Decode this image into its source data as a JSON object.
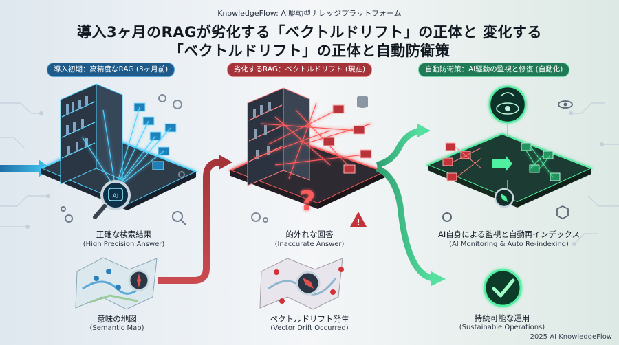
{
  "header": {
    "brand": "KnowledgeFlow: AI駆動型ナレッジプラットフォーム",
    "title_line1": "導入3ヶ月のRAGが劣化する「ベクトルドリフト」の正体と 変化する",
    "title_line2": "「ベクトルドリフト」の正体と自動防衛策"
  },
  "phases": [
    {
      "badge": "導入初期：高精度なRAG (3ヶ月前)",
      "upper_caption": "正確な検索結果",
      "upper_caption_sub": "(High Precision Answer)",
      "lower_caption": "意味の地図",
      "lower_caption_sub": "(Semantic Map)"
    },
    {
      "badge": "劣化するRAG：ベクトルドリフト (現在)",
      "upper_caption": "的外れな回答",
      "upper_caption_sub": "(Inaccurate Answer)",
      "lower_caption": "ベクトルドリフト発生",
      "lower_caption_sub": "(Vector Drift Occurred)"
    },
    {
      "badge": "自動防衛策：AI駆動の監視と修復 (自動化)",
      "upper_caption": "AI自身による監視と自動再インデックス",
      "upper_caption_sub": "(AI Monitoring & Auto Re-indexing)",
      "lower_caption": "持続可能な運用",
      "lower_caption_sub": "(Sustainable Operations)"
    }
  ],
  "footer": "2025 AI KnowledgeFlow",
  "colors": {
    "blue": "#1e5a8a",
    "red": "#a5343a",
    "green": "#1f7a55",
    "glow_blue": "#4fd3ff",
    "glow_red": "#ff5a5a",
    "glow_green": "#4ff0a0"
  }
}
